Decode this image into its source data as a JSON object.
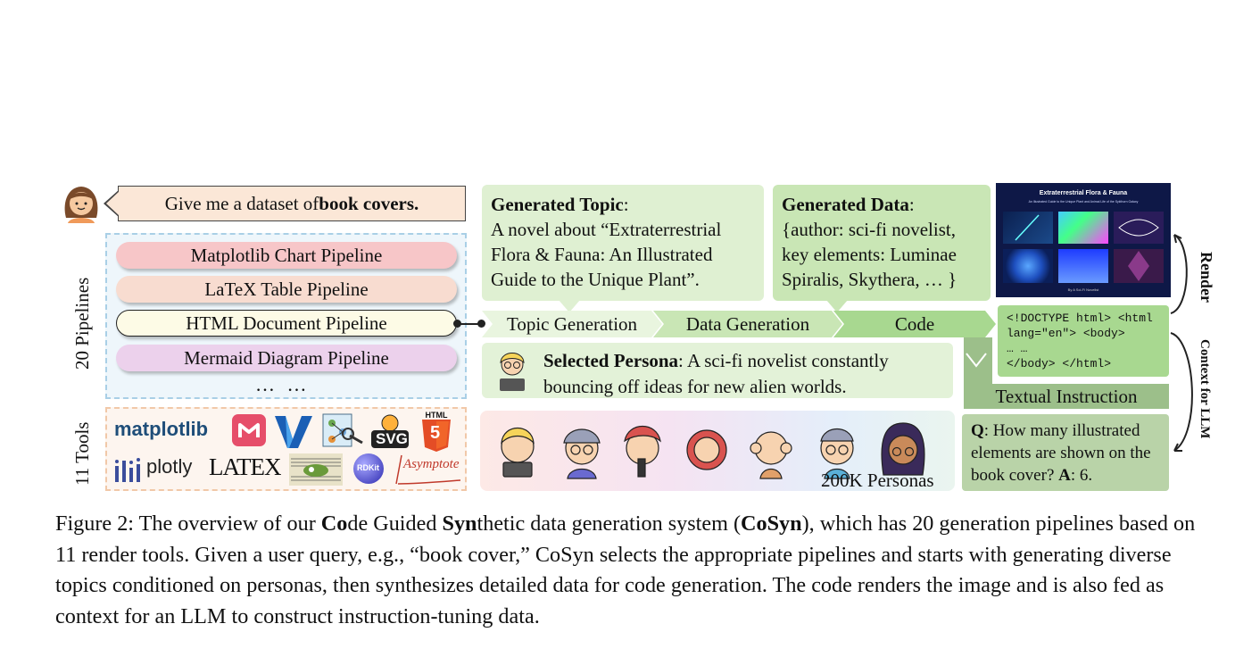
{
  "user_query": {
    "prefix": "Give me a dataset of ",
    "bold": "book covers."
  },
  "side_labels": {
    "pipelines": "20 Pipelines",
    "tools": "11 Tools"
  },
  "pipelines": [
    {
      "label": "Matplotlib Chart Pipeline",
      "color": "#f7c6c8"
    },
    {
      "label": "LaTeX Table Pipeline",
      "color": "#f8dcd0"
    },
    {
      "label": "HTML Document Pipeline",
      "color": "#fdfbe6"
    },
    {
      "label": "Mermaid Diagram Pipeline",
      "color": "#ecd1ec"
    }
  ],
  "pipelines_more": "… …",
  "tools": {
    "matplotlib": "matplotlib",
    "svg": "SVG",
    "html": "HTML",
    "html_num": "5",
    "plotly": "plotly",
    "latex": "LATEX",
    "rdkit": "RDKit",
    "asymptote": "Asymptote"
  },
  "generated_topic": {
    "label": "Generated Topic",
    "colon": ":",
    "text": "A novel about “Extraterrestrial Flora & Fauna: An Illustrated Guide to the Unique Plant”."
  },
  "generated_data": {
    "label": "Generated Data",
    "colon": ":",
    "text": "{author: sci-fi novelist, key elements: Luminae Spiralis, Skythera, … }"
  },
  "stages": [
    "Topic Generation",
    "Data Generation",
    "Code"
  ],
  "code_lines": [
    "<!DOCTYPE html> <html",
    "lang=\"en\"> <body>",
    "… …",
    "</body> </html>"
  ],
  "book_cover": {
    "title": "Extraterrestrial Flora & Fauna",
    "subtitle": "An Illustrated Guide to the Unique Plant and Animal Life of the Sykthorn Galaxy",
    "author": "By A Sci-Fi Novelist"
  },
  "arrows": {
    "render": "Render",
    "context": "Context for LLM"
  },
  "selected_persona": {
    "label": "Selected Persona",
    "text": ": A sci-fi novelist constantly bouncing off ideas for new alien worlds."
  },
  "persona_count": "200K Personas",
  "textual_instruction": "Textual Instruction",
  "qa": {
    "q_label": "Q",
    "q_text": ": How many illustrated elements are shown on the book cover? ",
    "a_label": "A",
    "a_text": ": 6."
  },
  "caption": {
    "p1": "Figure 2: The overview of our ",
    "b1": "Co",
    "p2": "de Guided ",
    "b2": "Syn",
    "p3": "thetic data generation system (",
    "b3": "CoSyn",
    "p4": "), which has 20 generation pipelines based on 11 render tools. Given a user query, e.g., “book cover,” CoSyn selects the appropriate pipelines and starts with generating diverse topics conditioned on personas, then synthesizes detailed data for code generation. The code renders the image and is also fed as context for an LLM to construct instruction-tuning data."
  },
  "colors": {
    "green_box": "#dff0d2",
    "chevron_1": "#e9f5df",
    "chevron_2": "#c9e6b5",
    "chevron_3": "#a8d890",
    "code_box": "#a8d890",
    "qa_box": "#b9d3a8",
    "instruction_band": "#9cbf8a"
  }
}
